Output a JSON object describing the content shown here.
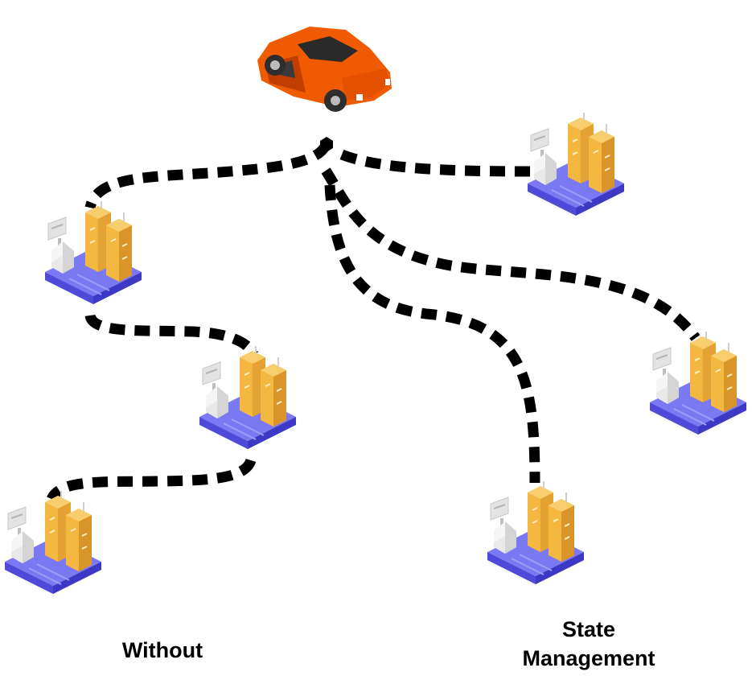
{
  "labels": {
    "left": "Without",
    "right_line1": "State",
    "right_line2": "Management"
  },
  "colors": {
    "car_body": "#f05a00",
    "car_dark": "#c23e00",
    "path": "#000000",
    "building": "#f4b740",
    "building_shade": "#d9952a",
    "platform_top": "#7b79f2",
    "platform_side": "#4f4bd8",
    "house": "#e6e6e6",
    "sign": "#d0d0d0"
  },
  "icons": [
    "car-icon",
    "city-icon"
  ]
}
